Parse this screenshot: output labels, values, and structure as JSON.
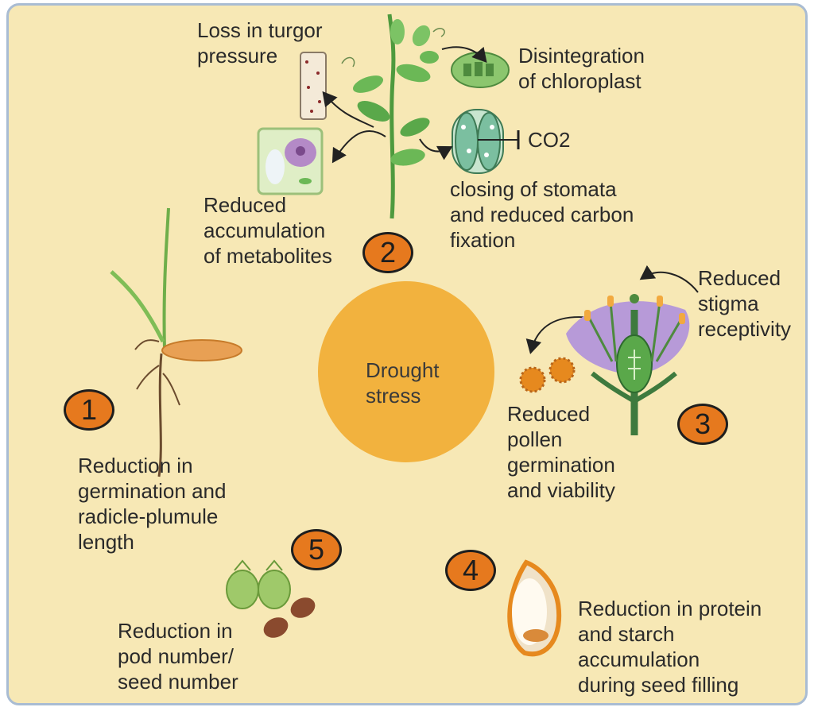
{
  "center": {
    "line1": "Drought",
    "line2": "stress"
  },
  "effects": {
    "e1": {
      "badge": "1",
      "lines": [
        "Reduction in",
        "germination and",
        "radicle-plumule",
        "length"
      ]
    },
    "e2": {
      "badge": "2"
    },
    "e3": {
      "badge": "3"
    },
    "e4": {
      "badge": "4",
      "lines": [
        "Reduction in protein",
        "and starch",
        "accumulation",
        "during seed filling"
      ]
    },
    "e5": {
      "badge": "5",
      "lines": [
        "Reduction in",
        "pod number/",
        "seed number"
      ]
    }
  },
  "labels": {
    "turgor": [
      "Loss in turgor",
      "pressure"
    ],
    "chloroplast": [
      "Disintegration",
      "of chloroplast"
    ],
    "co2": "CO2",
    "stomata": [
      "closing of stomata",
      "and reduced carbon",
      "fixation"
    ],
    "metabolites": [
      "Reduced",
      "accumulation",
      "of metabolites"
    ],
    "stigma": [
      "Reduced",
      "stigma",
      "receptivity"
    ],
    "pollen": [
      "Reduced",
      "pollen",
      "germination",
      "and viability"
    ]
  },
  "colors": {
    "background": "#f7e8b5",
    "border": "#a9bcd3",
    "center_circle": "#f2b23e",
    "badge": "#e6791e",
    "leaf": "#5aa84a",
    "petal": "#b79ad8"
  }
}
